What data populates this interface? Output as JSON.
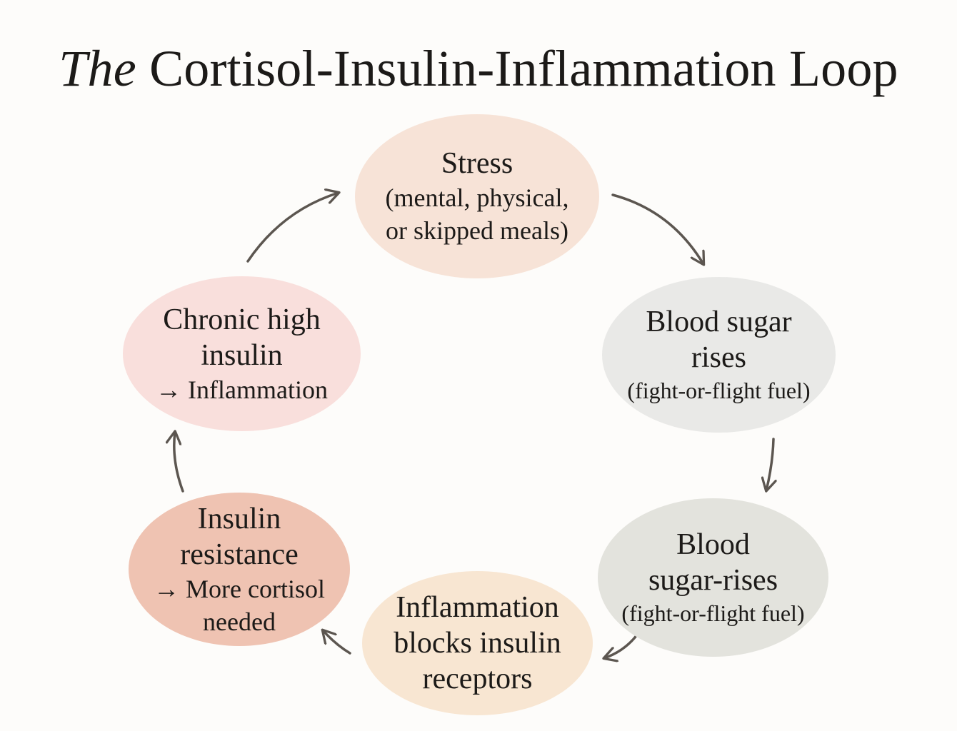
{
  "title": {
    "prefix": "The",
    "rest": "Cortisol-Insulin-Inflammation Loop"
  },
  "nodes": {
    "stress": {
      "main": "Stress",
      "sub1": "(mental, physical,",
      "sub2": "or skipped meals)"
    },
    "blood_sugar_rises": {
      "main1": "Blood sugar",
      "main2": "rises",
      "sub": "(fight-or-flight fuel)"
    },
    "blood_sugar_rises_2": {
      "main1": "Blood",
      "main2": "sugar-rises",
      "sub": "(fight-or-flight fuel)"
    },
    "inflammation": {
      "line1": "Inflammation",
      "line2": "blocks insulin",
      "line3": "receptors"
    },
    "insulin_resistance": {
      "main1": "Insulin",
      "main2": "resistance",
      "sub1": "→ More cortisol",
      "sub2": "needed"
    },
    "chronic_high_insulin": {
      "main1": "Chronic high",
      "main2": "insulin",
      "sub": "→ Inflammation"
    }
  },
  "colors": {
    "stress": "#f7e3d7",
    "blood_sugar_rises": "#e9e9e7",
    "blood_sugar_rises_2": "#e3e3dd",
    "inflammation": "#f8e6d2",
    "insulin_resistance": "#efc3b2",
    "chronic_high_insulin": "#f9dfdc",
    "arrow": "#5c5650",
    "background": "#fdfcfa"
  }
}
